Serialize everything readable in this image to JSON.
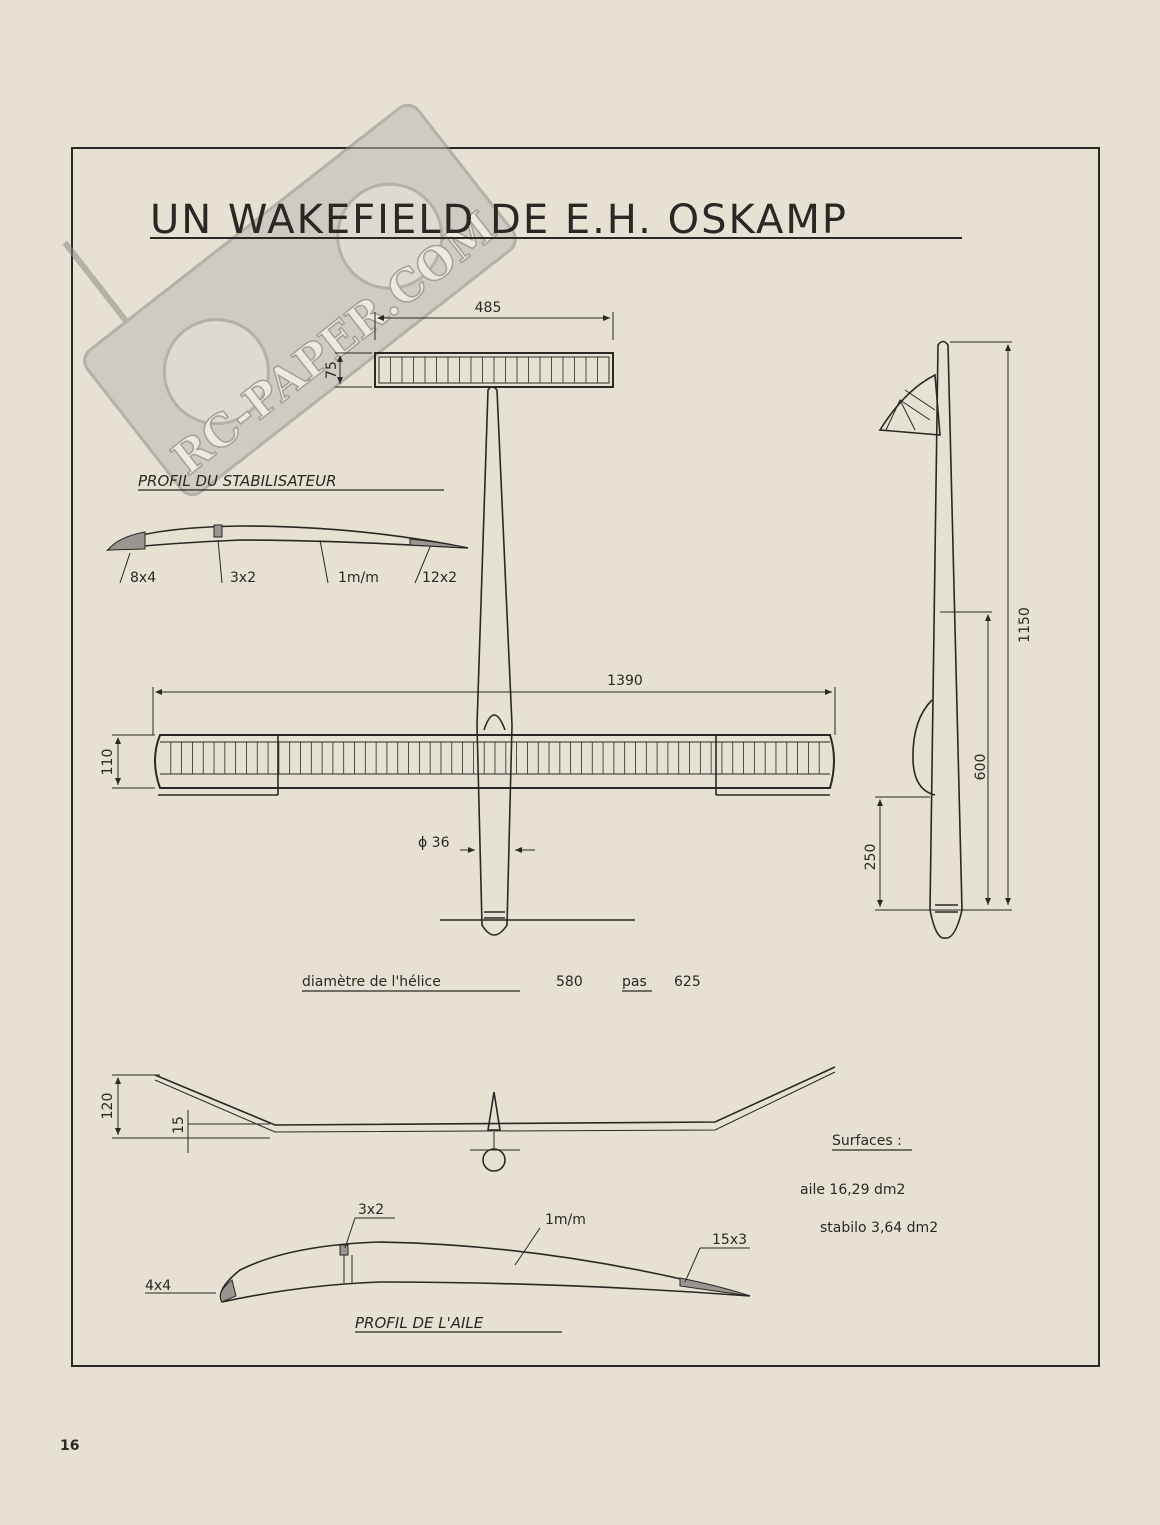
{
  "title": "UN WAKEFIELD DE E.H. OSKAMP",
  "watermark": "RC-PAPER.COM",
  "page_number": "16",
  "stab_profile": {
    "heading": "PROFIL DU STABILISATEUR",
    "labels": [
      "8x4",
      "3x2",
      "1m/m",
      "12x2"
    ]
  },
  "stab": {
    "span": "485",
    "chord": "75"
  },
  "wing": {
    "span": "1390",
    "chord": "110"
  },
  "fuselage": {
    "diameter": "ϕ 36"
  },
  "side": {
    "length": "1150",
    "d600": "600",
    "d250": "250"
  },
  "propeller": {
    "text_1": "diamètre de l'hélice",
    "diameter": "580",
    "pas_label": "pas",
    "pitch": "625"
  },
  "dihedral": {
    "tip_height": "120",
    "center_height": "15"
  },
  "surfaces": {
    "heading": "Surfaces :",
    "aile": "aile 16,29 dm2",
    "stabilo": "stabilo 3,64 dm2"
  },
  "wing_profile": {
    "heading": "PROFIL DE L'AILE",
    "labels": [
      "3x2",
      "1m/m",
      "15x3",
      "4x4"
    ]
  }
}
